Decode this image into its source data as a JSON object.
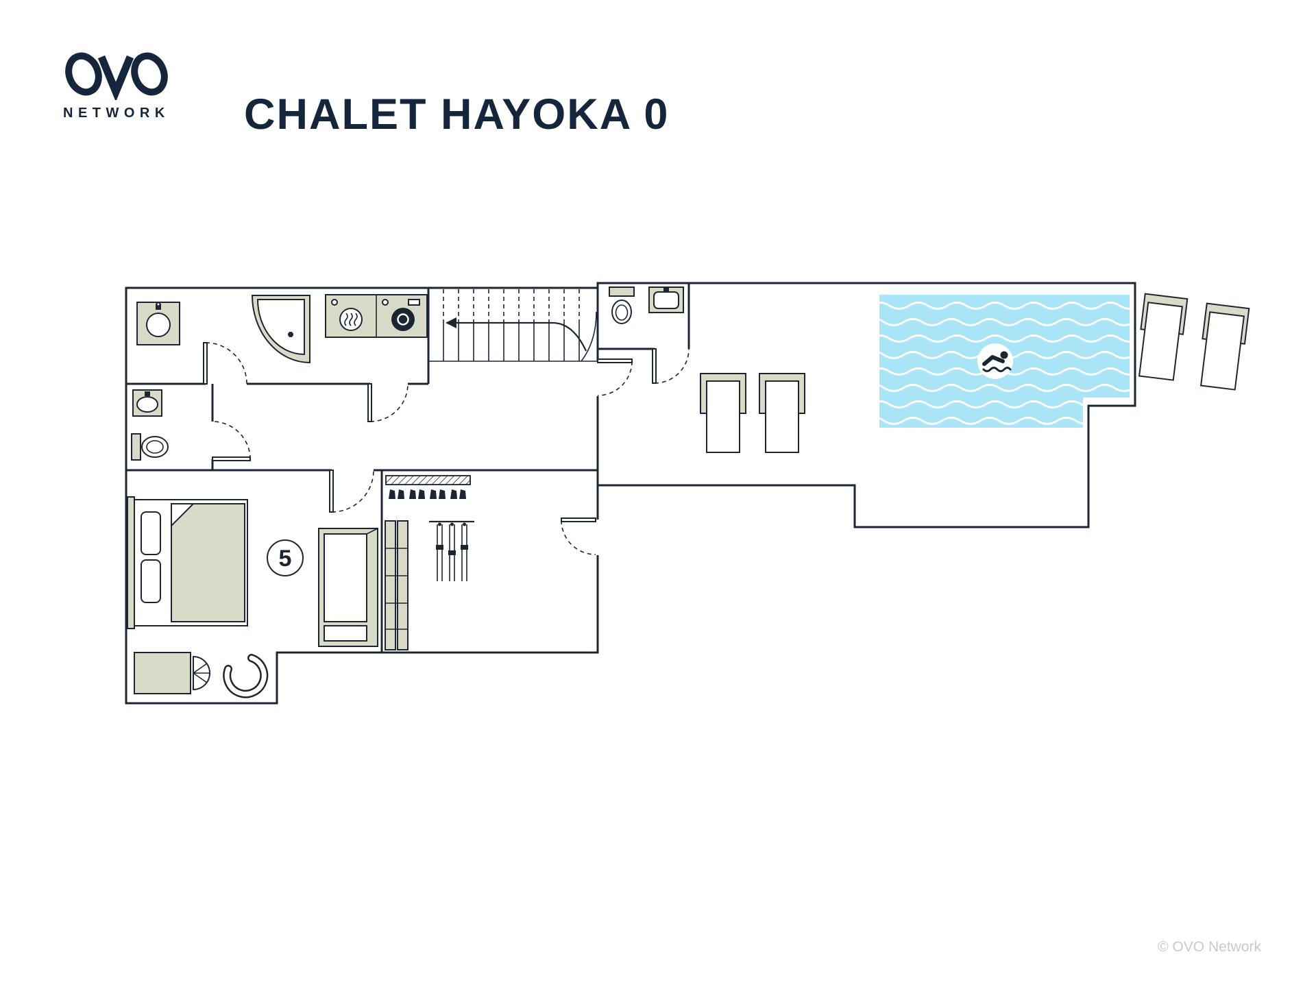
{
  "header": {
    "logo": {
      "brand": "OVO",
      "subtitle": "NETWORK"
    },
    "title": "CHALET HAYOKA 0"
  },
  "plan": {
    "room_badge": "5",
    "colors": {
      "wall": "#1c2633",
      "furniture": "#d9dbc8",
      "pool": "#a9e5f7",
      "page_bg": "#ffffff",
      "text": "#15253b",
      "muted": "#c7cbd0"
    },
    "icons": [
      "swimmer-icon",
      "shower-icon",
      "washer-icon",
      "dryer-icon",
      "toilet-icon",
      "sink-icon",
      "bed-icon",
      "desk-icon",
      "wardrobe-icon",
      "ski-rack-icon",
      "ski-boots-icon",
      "skis-icon",
      "stairs-icon",
      "sun-lounger-icon",
      "door-arc-icon"
    ]
  },
  "footer": {
    "copyright": "© OVO Network"
  }
}
